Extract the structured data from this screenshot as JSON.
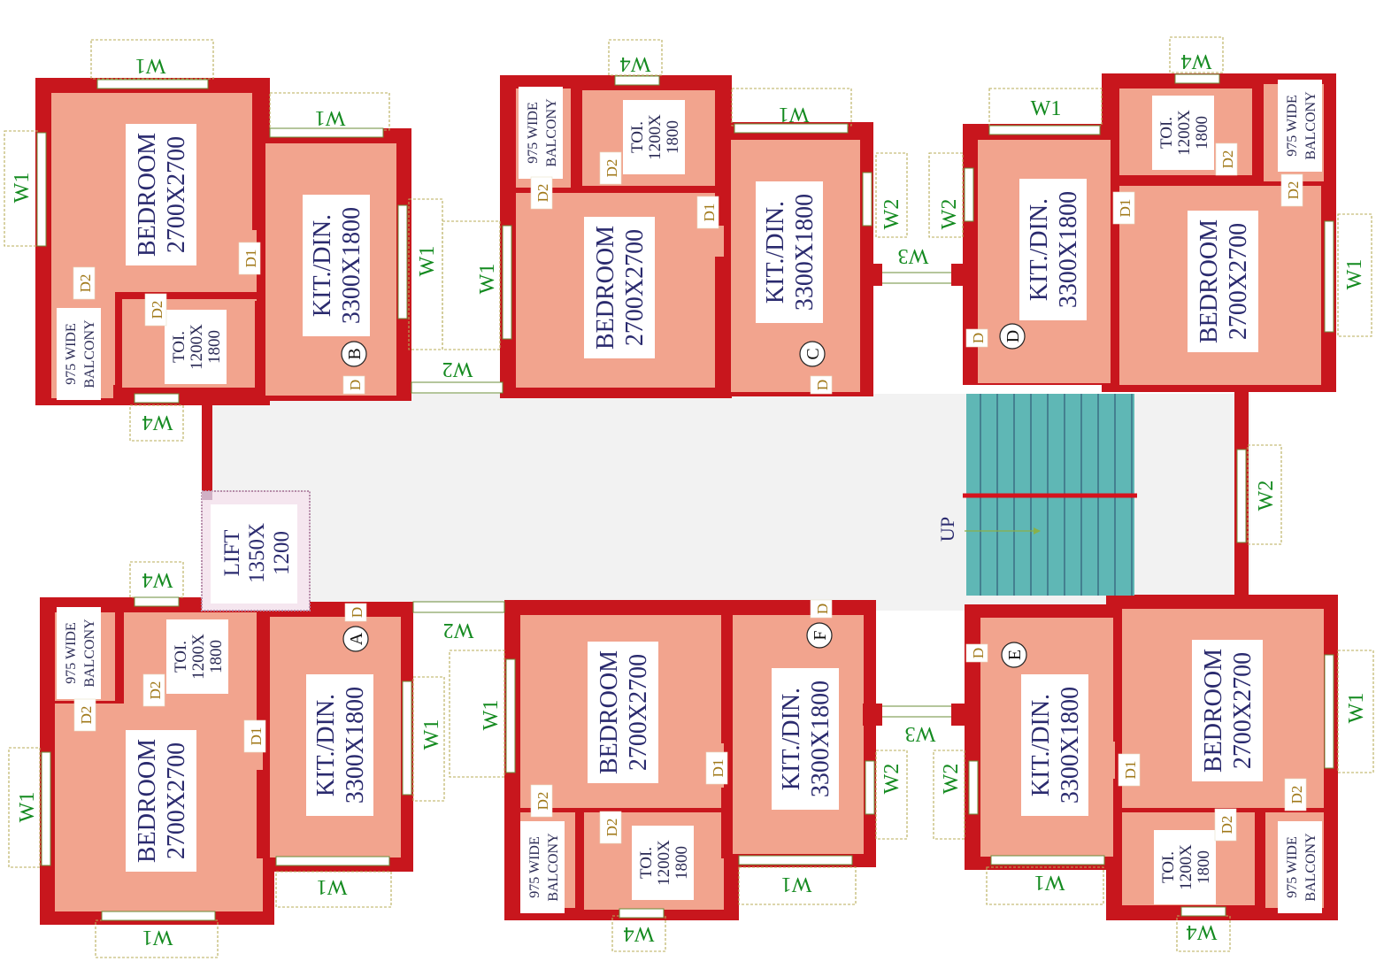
{
  "rooms": {
    "bedroom": [
      "BEDROOM",
      "2700X2700"
    ],
    "kitchen": [
      "KIT./DIN.",
      "3300X1800"
    ],
    "toilet": [
      "TOI.",
      "1200X",
      "1800"
    ],
    "balcony": [
      "975 WIDE",
      "BALCONY"
    ],
    "lift": [
      "LIFT",
      "1350X",
      "1200"
    ]
  },
  "stair": {
    "label": "UP"
  },
  "windows": {
    "w1": "W1",
    "w2": "W2",
    "w3": "W3",
    "w4": "W4"
  },
  "doors": {
    "d": "D",
    "d1": "D1",
    "d2": "D2"
  },
  "units": {
    "a": "A",
    "b": "B",
    "c": "C",
    "d": "D",
    "e": "E",
    "f": "F"
  },
  "colors": {
    "wall": "#c8161d",
    "room": "#f2a48e",
    "corridor": "#f2f2f2",
    "stair": "#5fb7b5",
    "window_label": "#138a1f",
    "room_text": "#2a2a6e"
  }
}
